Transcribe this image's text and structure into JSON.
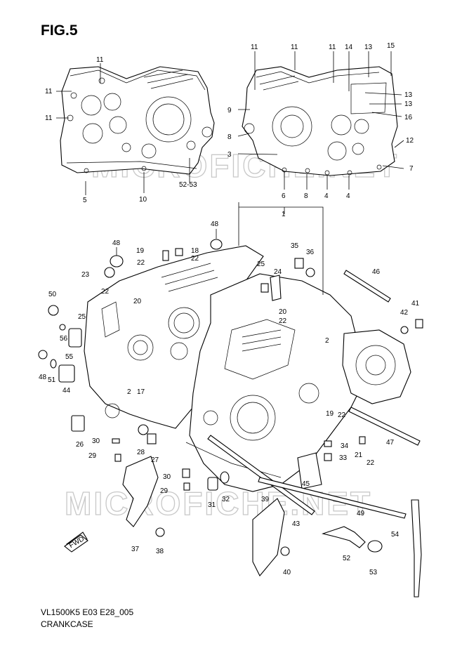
{
  "figure": {
    "title": "FIG.5",
    "code": "VL1500K5 E03 E28_005",
    "name": "CRANKCASE"
  },
  "watermark": "MICROFICHE.NET",
  "direction_label": "FWD",
  "callouts": [
    "1",
    "2",
    "3",
    "4",
    "5",
    "6",
    "7",
    "8",
    "9",
    "10",
    "11",
    "12",
    "13",
    "14",
    "15",
    "16",
    "17",
    "18",
    "19",
    "20",
    "21",
    "22",
    "23",
    "24",
    "25",
    "26",
    "27",
    "28",
    "29",
    "30",
    "31",
    "32",
    "33",
    "34",
    "35",
    "36",
    "37",
    "38",
    "39",
    "40",
    "41",
    "42",
    "43",
    "44",
    "45",
    "46",
    "47",
    "48",
    "49",
    "50",
    "51",
    "52",
    "53",
    "54",
    "55",
    "56",
    "52-53"
  ]
}
